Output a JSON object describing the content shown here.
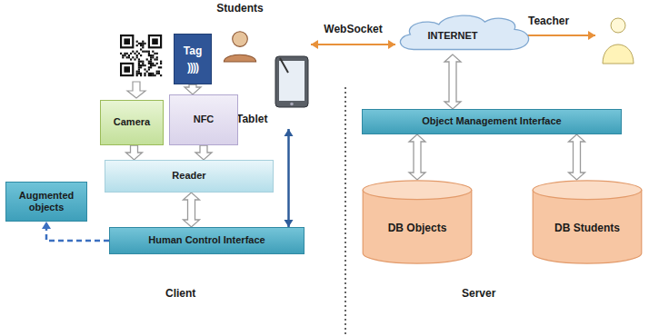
{
  "diagram": {
    "nodes": [
      {
        "text": [
          "Students"
        ]
      },
      {
        "text": [
          "Tag",
          "))))"
        ]
      },
      {
        "text": [
          "Tablet"
        ]
      },
      {
        "text": [
          "INTERNET"
        ]
      },
      {
        "text": [
          "Teacher"
        ]
      },
      {
        "text": [
          "Camera"
        ]
      },
      {
        "text": [
          "NFC"
        ]
      },
      {
        "text": [
          "Reader"
        ]
      },
      {
        "text": [
          "Augmented objects"
        ]
      },
      {
        "text": [
          "Human Control Interface"
        ]
      },
      {
        "text": [
          "Object Management Interface"
        ]
      },
      {
        "text": [
          "DB Objects"
        ]
      },
      {
        "text": [
          "DB Students"
        ]
      }
    ],
    "edges": [
      {
        "from": 1,
        "to": 6,
        "arrow": "to"
      },
      {
        "from": 5,
        "to": 7,
        "arrow": "to"
      },
      {
        "from": 6,
        "to": 7,
        "arrow": "to"
      },
      {
        "from": 7,
        "to": 9,
        "arrow": "both"
      },
      {
        "from": 9,
        "to": 8,
        "arrow": "to"
      },
      {
        "from": 9,
        "to": 2,
        "arrow": "both"
      },
      {
        "from": 2,
        "to": 3,
        "label": "WebSocket",
        "arrow": "both"
      },
      {
        "from": 3,
        "to": 4,
        "arrow": "both"
      },
      {
        "from": 3,
        "to": 10,
        "arrow": "both"
      },
      {
        "from": 10,
        "to": 11,
        "arrow": "both"
      },
      {
        "from": 10,
        "to": 12,
        "arrow": "both"
      }
    ],
    "labels": [
      "Client",
      "Server"
    ]
  }
}
